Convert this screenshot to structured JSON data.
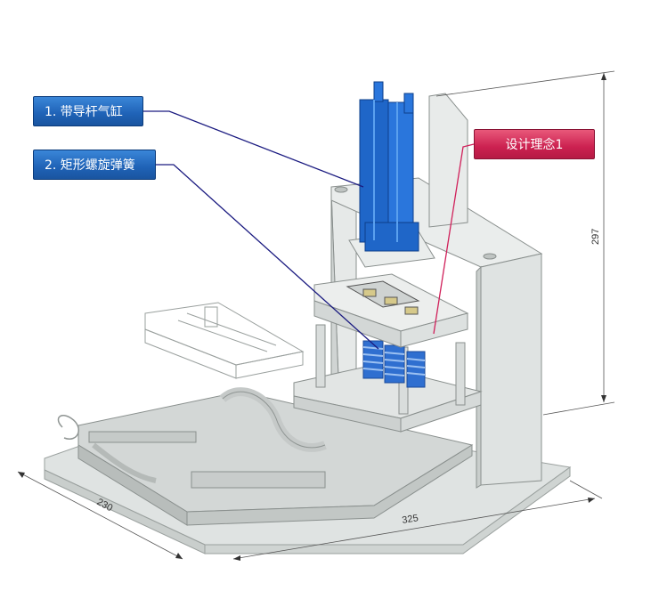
{
  "callouts": {
    "c1": "1. 带导杆气缸",
    "c2": "2. 矩形螺旋弹簧",
    "c3": "设计理念1"
  },
  "dimensions": {
    "height": "297",
    "width": "325",
    "depth": "230"
  },
  "colors": {
    "callout_blue": "#1f62b6",
    "callout_pink": "#cc2150",
    "cylinder": "#1f66c8",
    "spring": "#2f6fd0",
    "machine": "#e4e7e6",
    "leader_blue": "#1a1a80",
    "leader_pink": "#d0205a"
  }
}
